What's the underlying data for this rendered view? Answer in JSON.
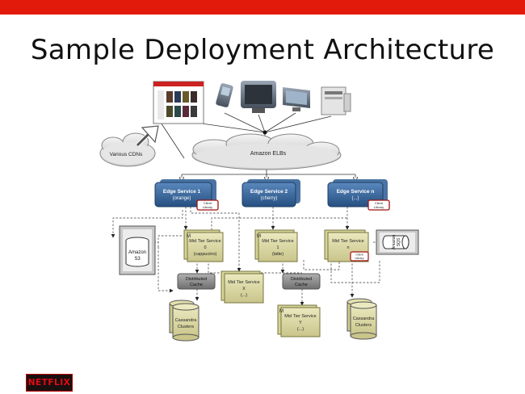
{
  "slide": {
    "title": "Sample Deployment Architecture"
  },
  "diagram": {
    "cdn": "Various CDNs",
    "elb": "Amazon ELBs",
    "edge1": [
      "Edge Service 1",
      "(orange)"
    ],
    "edge2": [
      "Edge Service 2",
      "(cherry)"
    ],
    "edgen": [
      "Edge Service n",
      "(...)"
    ],
    "client_lib": [
      "Client",
      "Library"
    ],
    "mid0": [
      "Mid Tier Service",
      "0",
      "(cappucino)"
    ],
    "mid1": [
      "Mid Tier Service",
      "1",
      "(latte)"
    ],
    "midn": [
      "Mid Tier Service",
      "n"
    ],
    "midx": [
      "Mid Tier Service",
      "X",
      "(...)"
    ],
    "midy": [
      "Mid Tier Service",
      "Y",
      "(...)"
    ],
    "stack_m": "M",
    "s3": [
      "Amazon",
      "S3"
    ],
    "sqs": [
      "Amazon",
      "SQS"
    ],
    "cache": [
      "Distributed",
      "Cache"
    ],
    "cassandra": [
      "Cassandra",
      "Clusters"
    ]
  },
  "footer": {
    "logo": "NETFLIX"
  },
  "colors": {
    "topbar": "#e21a0c",
    "edge_blue": "#2e5f95",
    "mid_olive": "#dcd9a0",
    "cache_gray": "#8d8d8d"
  }
}
